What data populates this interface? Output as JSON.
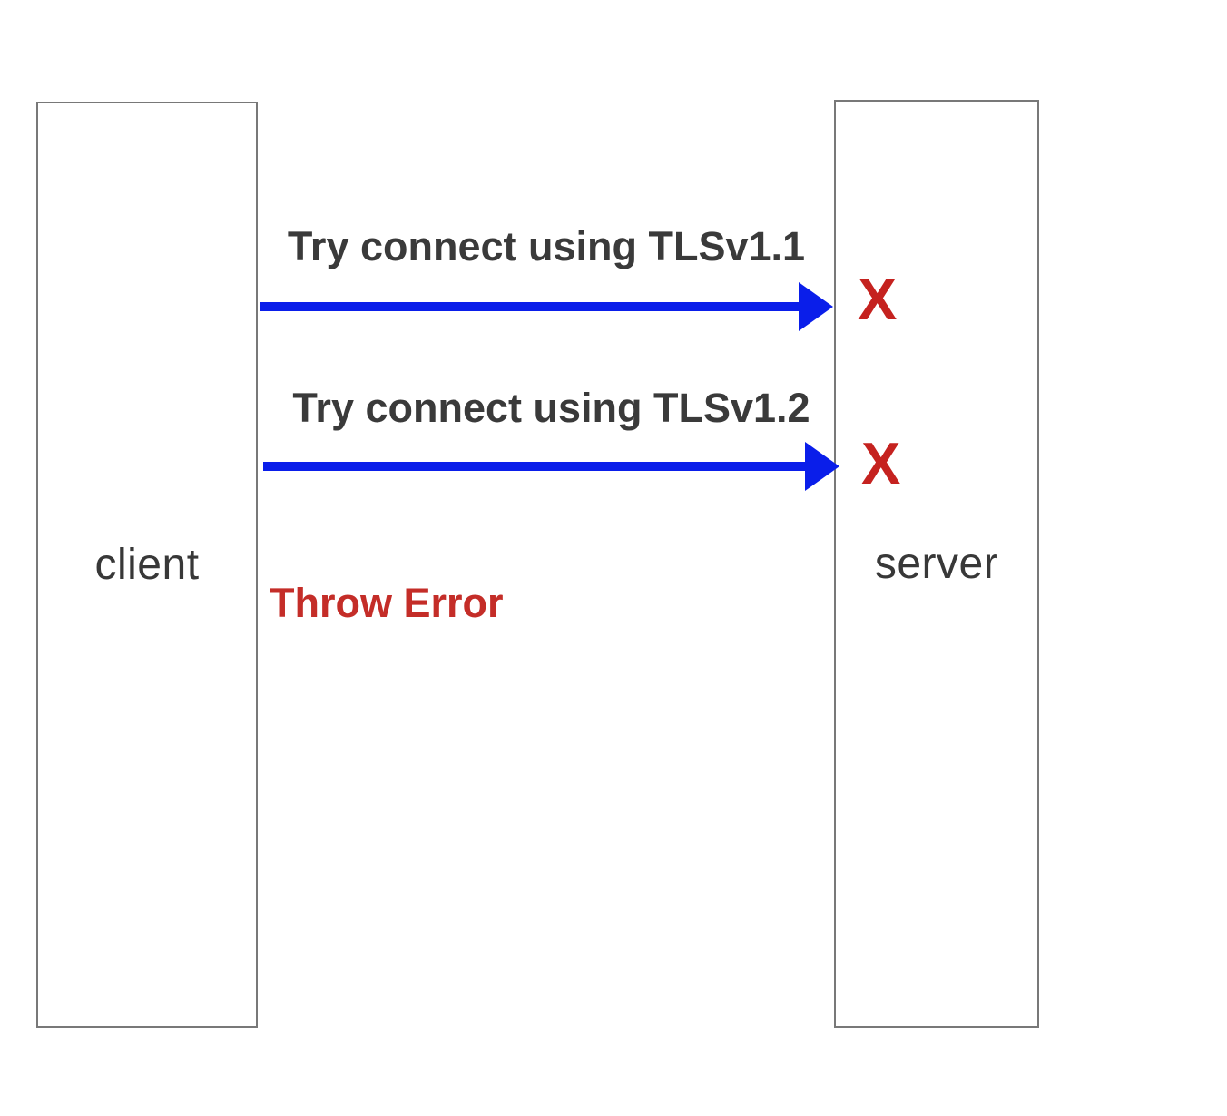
{
  "diagram": {
    "type": "sequence-diagram",
    "lanes": {
      "client": {
        "label": "client"
      },
      "server": {
        "label": "server"
      }
    },
    "messages": [
      {
        "label": "Try connect using TLSv1.1",
        "from": "client",
        "to": "server",
        "result_marker": "X"
      },
      {
        "label": "Try connect using TLSv1.2",
        "from": "client",
        "to": "server",
        "result_marker": "X"
      }
    ],
    "error_text": "Throw Error",
    "colors": {
      "arrow_blue": "#0a1eea",
      "marker_red": "#c5221f",
      "error_red": "#c42d28",
      "text_dark": "#3a3a3a",
      "box_border": "#787878",
      "background": "#ffffff"
    }
  }
}
